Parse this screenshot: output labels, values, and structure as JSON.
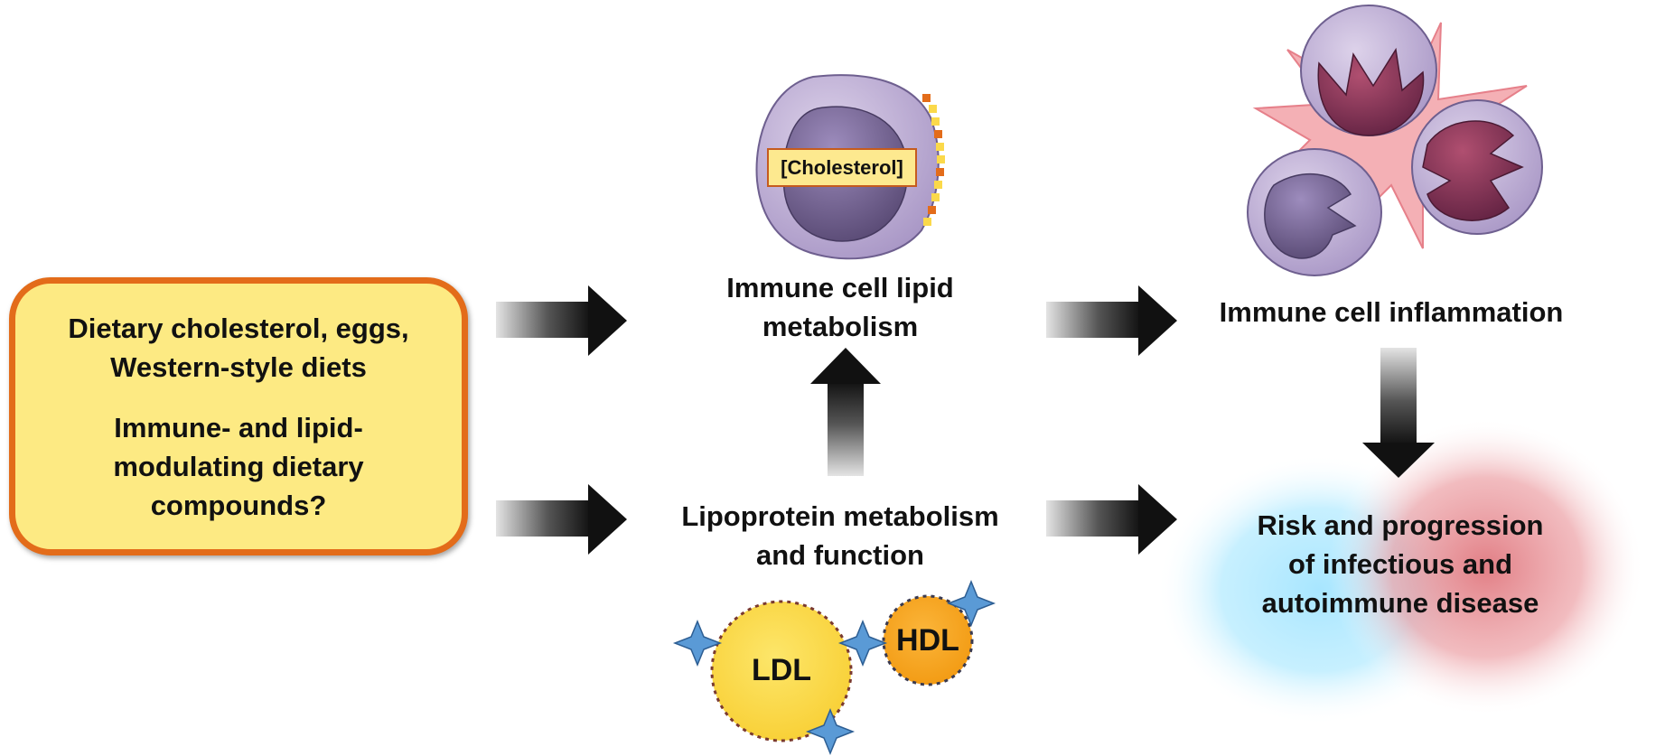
{
  "diet_box": {
    "line1": "Dietary cholesterol, eggs,",
    "line2": "Western-style diets",
    "line3": "Immune- and lipid-",
    "line4": "modulating dietary",
    "line5": "compounds?"
  },
  "immune_lipid": {
    "line1": "Immune cell lipid",
    "line2": "metabolism"
  },
  "cholesterol_tag": "[Cholesterol]",
  "inflammation": "Immune cell inflammation",
  "lipoprotein": {
    "line1": "Lipoprotein metabolism",
    "line2": "and function"
  },
  "ldl": "LDL",
  "hdl": "HDL",
  "risk": {
    "line1": "Risk and progression",
    "line2": "of infectious and",
    "line3": "autoimmune disease"
  },
  "colors": {
    "box_fill": "#fdea83",
    "box_border": "#e36c1a",
    "cell_outer": "#b9a9cf",
    "cell_inner": "#6a5a8c",
    "inflamed_nucleus": "#8a3654",
    "burst": "#f2a2a8",
    "ldl": "#fbd94a",
    "hdl": "#f7a51b",
    "star": "#5a9ad6",
    "blue_glow": "#a8e6ff",
    "red_glow": "#e8898f"
  }
}
